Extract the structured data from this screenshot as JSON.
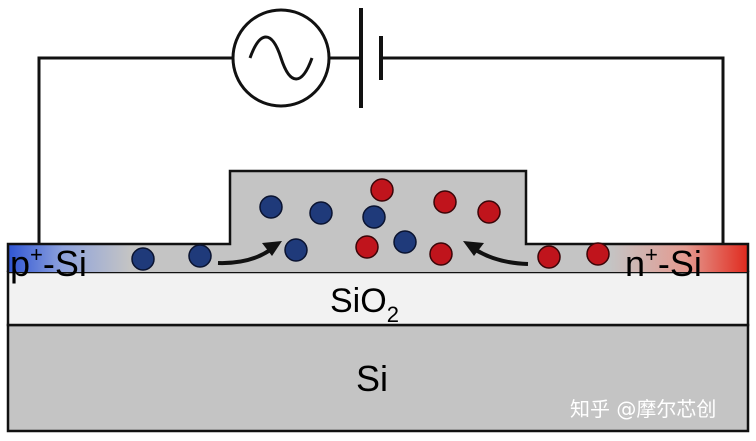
{
  "labels": {
    "p_region": {
      "base": "p",
      "sup": "+",
      "rest": "-Si"
    },
    "n_region": {
      "base": "n",
      "sup": "+",
      "rest": "-Si"
    },
    "oxide": {
      "base": "SiO",
      "sub": "2"
    },
    "substrate": "Si"
  },
  "watermark": "知乎 @摩尔芯创",
  "colors": {
    "hole": "#1f3a7a",
    "electron": "#c0141c",
    "p_doping": "#2f55d4",
    "n_doping": "#e02a1e",
    "silicon_gray": "#c4c4c4",
    "oxide_white": "#f2f2f2"
  },
  "icons": {
    "ac_source": "ac-source-icon",
    "battery": "battery-icon",
    "arrow_left": "carrier-flow-arrow-icon",
    "arrow_right": "carrier-flow-arrow-icon"
  }
}
